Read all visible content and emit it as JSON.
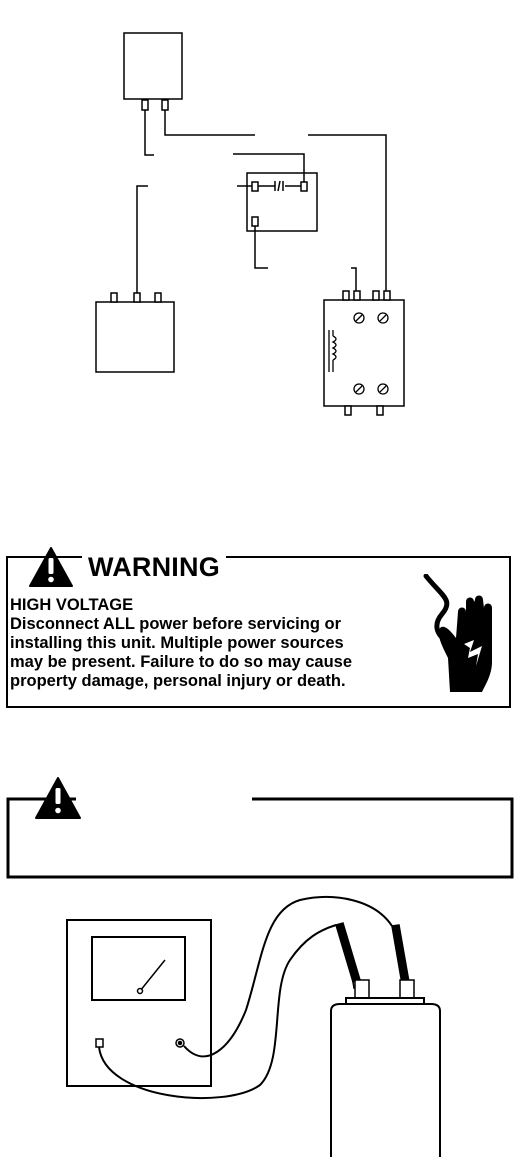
{
  "warning": {
    "heading": "WARNING",
    "subheading": "HIGH VOLTAGE",
    "lines": [
      "Disconnect ALL power before servicing or",
      "installing this unit. Multiple power sources",
      "may be present. Failure to do so may cause",
      "property damage, personal injury or death."
    ]
  },
  "icons": {
    "warning_triangle": "exclamation-triangle-icon",
    "shock_hand": "electric-shock-hand-icon",
    "caution_triangle": "exclamation-triangle-icon"
  },
  "colors": {
    "ink": "#000000",
    "paper": "#ffffff"
  }
}
